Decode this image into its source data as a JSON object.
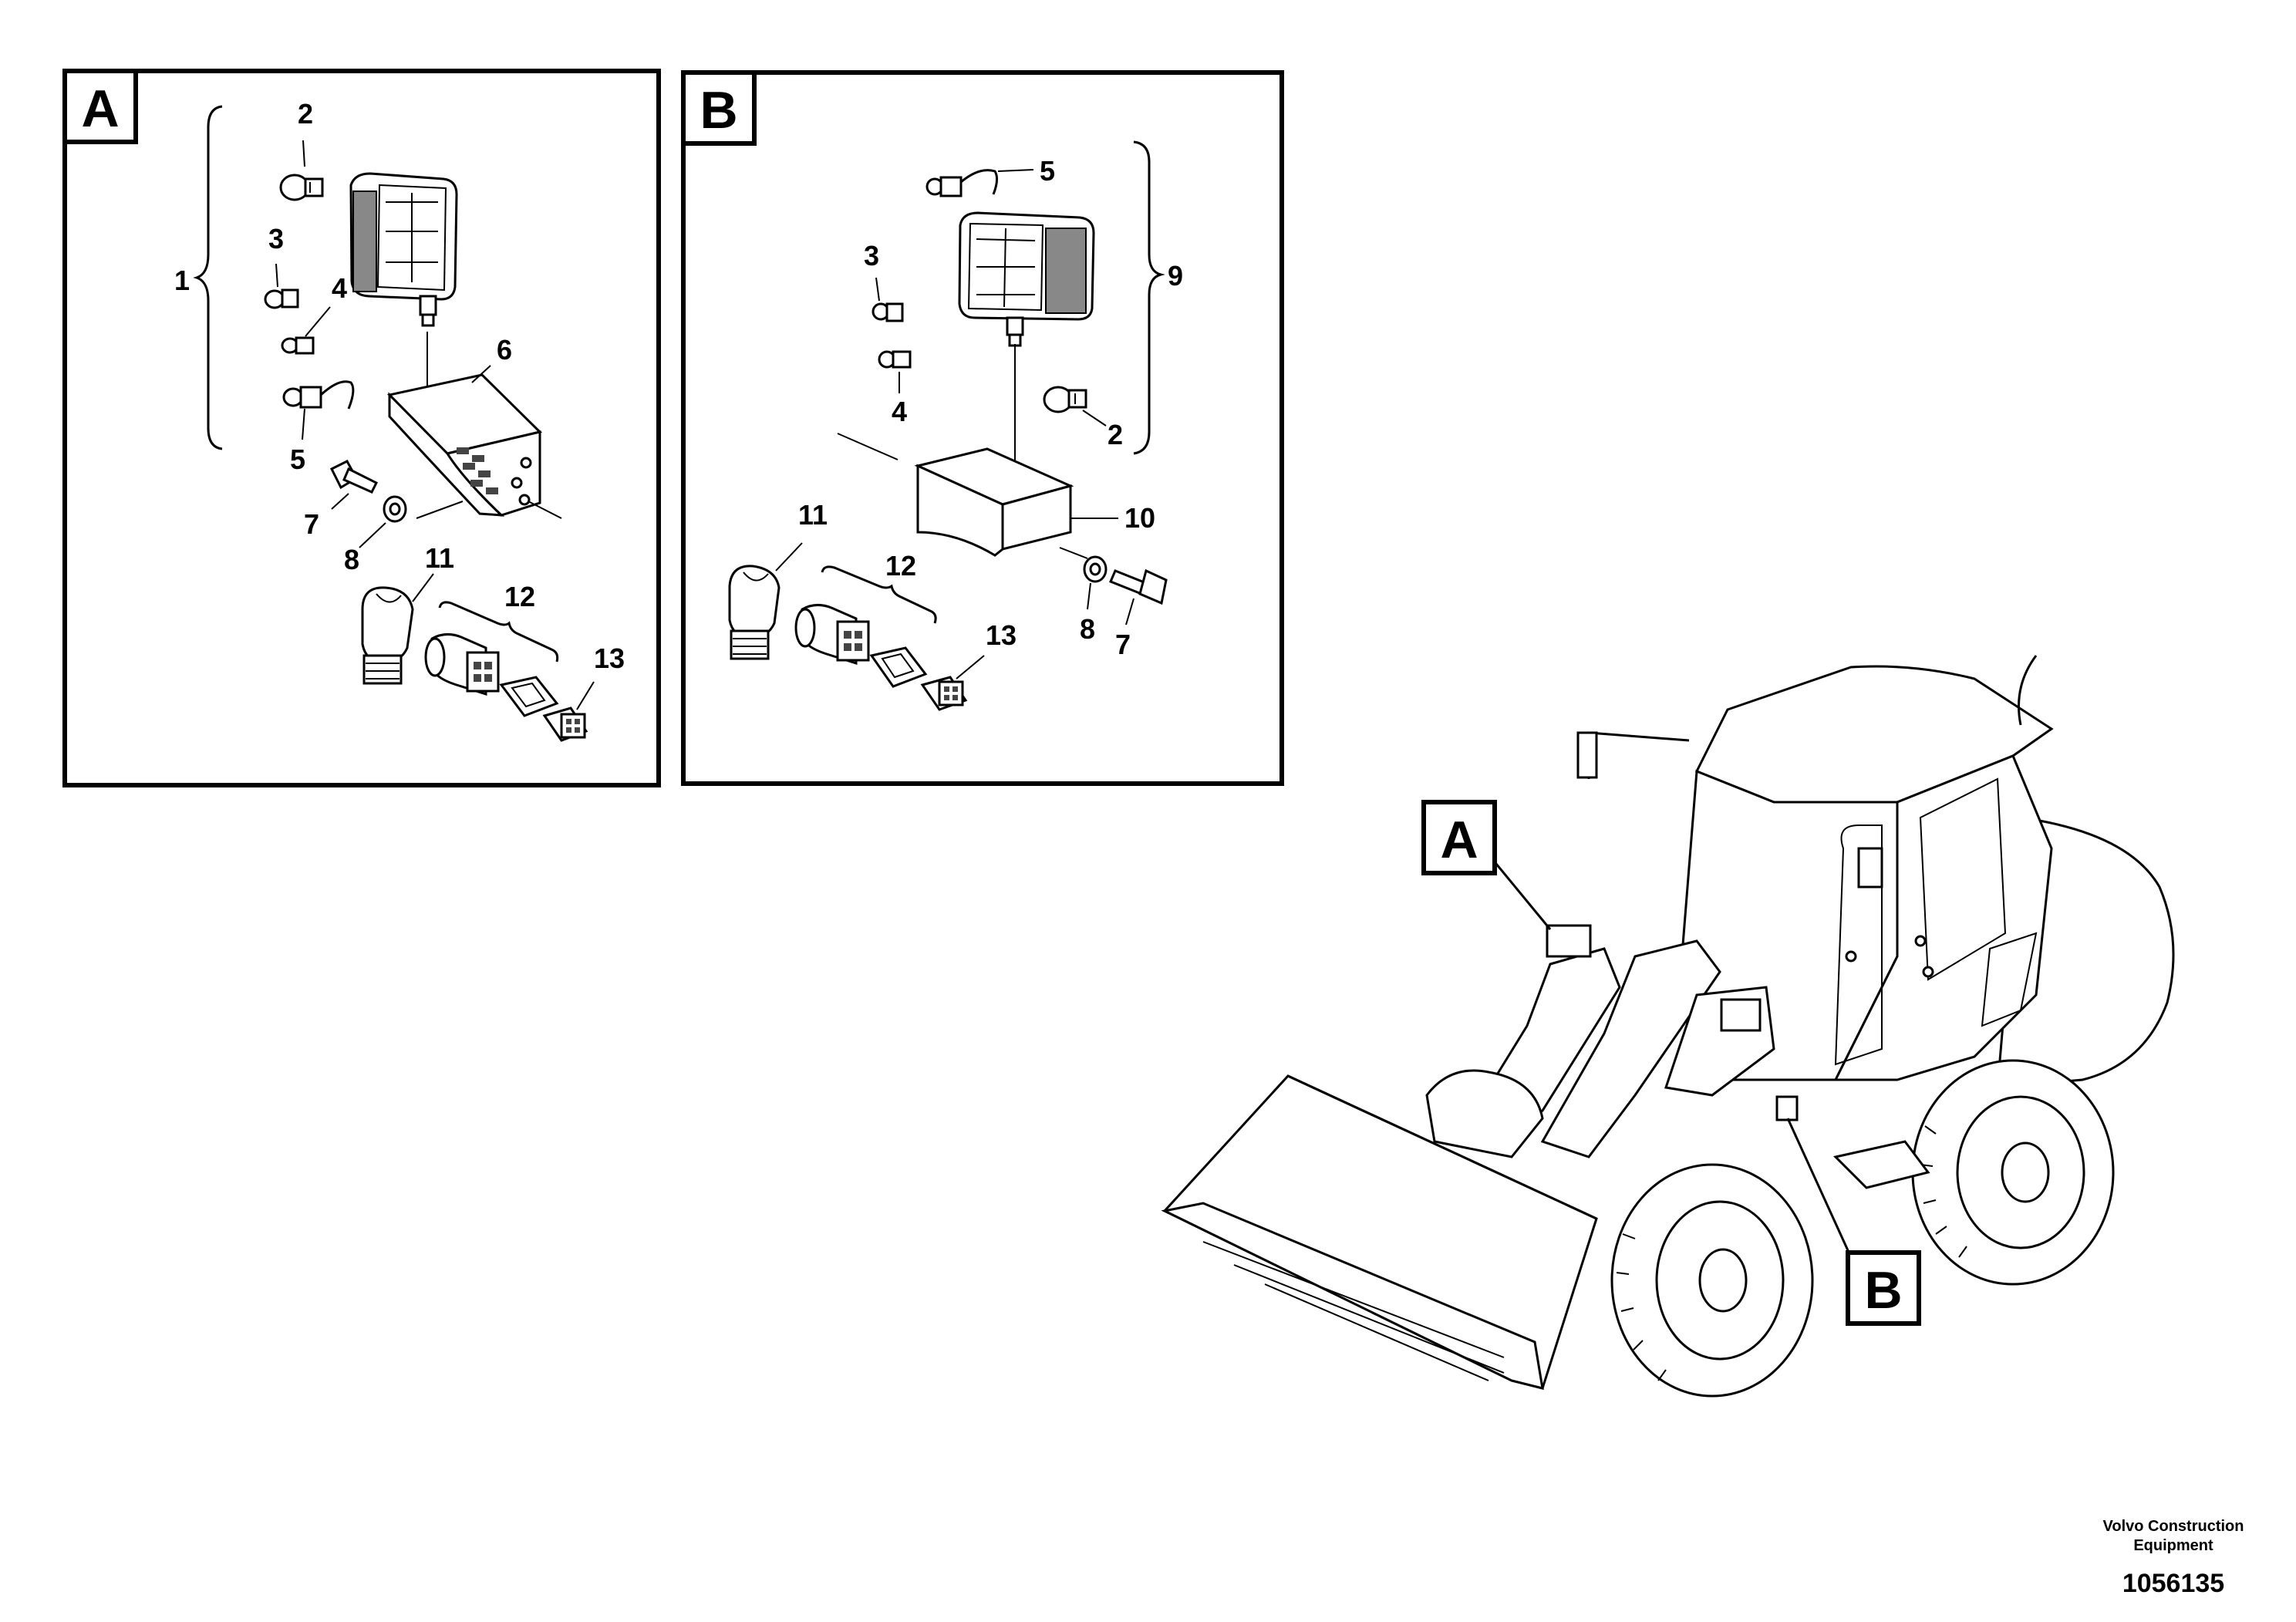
{
  "panels": [
    {
      "id": "A",
      "label": "A",
      "callouts": {
        "c1": "1",
        "c2": "2",
        "c3": "3",
        "c4": "4",
        "c5": "5",
        "c6": "6",
        "c7": "7",
        "c8": "8",
        "c11": "11",
        "c12": "12",
        "c13": "13"
      }
    },
    {
      "id": "B",
      "label": "B",
      "callouts": {
        "c2": "2",
        "c3": "3",
        "c4": "4",
        "c5": "5",
        "c7": "7",
        "c8": "8",
        "c9": "9",
        "c10": "10",
        "c11": "11",
        "c12": "12",
        "c13": "13"
      }
    }
  ],
  "machine": {
    "label_a": "A",
    "label_b": "B"
  },
  "footer": {
    "company_line1": "Volvo Construction",
    "company_line2": "Equipment",
    "drawing_number": "1056135"
  }
}
